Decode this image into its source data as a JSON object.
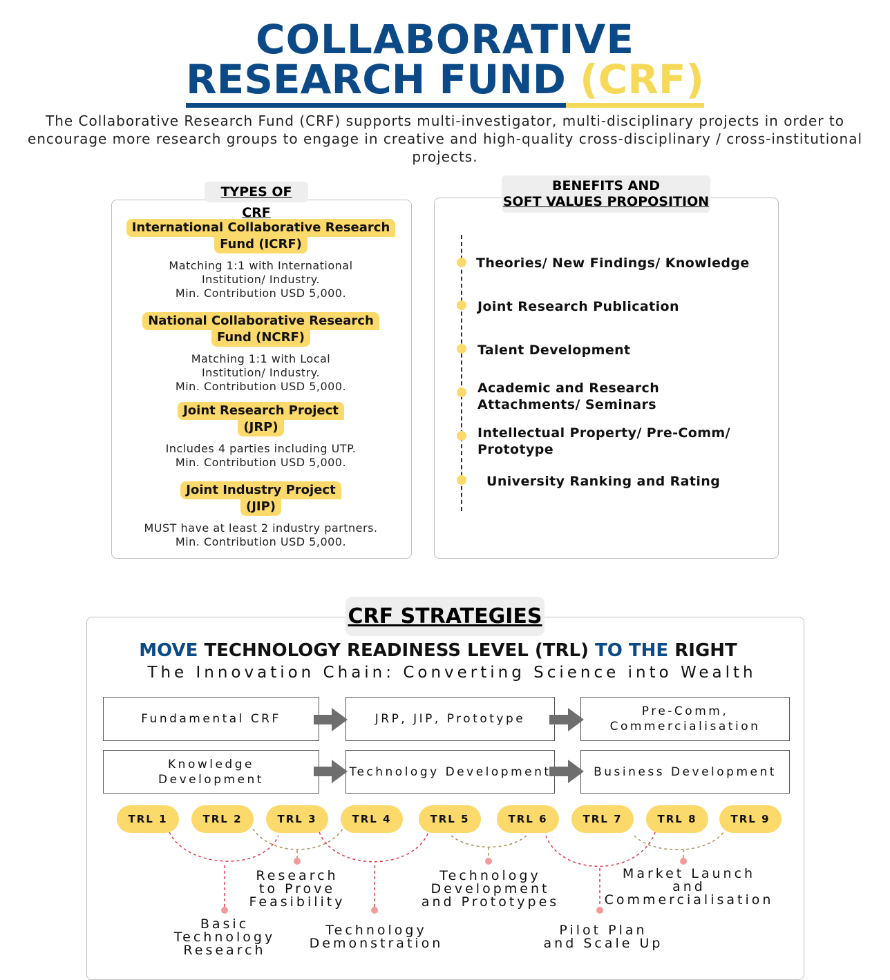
{
  "header": {
    "title_line1": "COLLABORATIVE",
    "title_line2_main": "RESEARCH FUND",
    "title_line2_accent": "(CRF)",
    "intro": "The Collaborative Research Fund (CRF) supports multi-investigator, multi-disciplinary projects in order to encourage more research groups to engage in creative and high-quality cross-disciplinary / cross-institutional projects."
  },
  "types": {
    "heading": "TYPES OF CRF",
    "items": [
      {
        "name_line1": "International Collaborative Research",
        "name_line2": "Fund (ICRF)",
        "desc": [
          "Matching 1:1 with International",
          "Institution/ Industry.",
          "Min. Contribution USD 5,000."
        ]
      },
      {
        "name_line1": "National Collaborative Research",
        "name_line2": "Fund (NCRF)",
        "desc": [
          "Matching 1:1 with Local",
          "Institution/ Industry.",
          "Min. Contribution USD 5,000."
        ]
      },
      {
        "name_line1": "Joint Research Project",
        "name_line2": "(JRP)",
        "desc": [
          "Includes 4 parties including UTP.",
          "Min. Contribution USD 5,000."
        ]
      },
      {
        "name_line1": "Joint Industry Project",
        "name_line2": "(JIP)",
        "desc": [
          "MUST have at least 2 industry partners.",
          "Min. Contribution USD 5,000."
        ]
      }
    ]
  },
  "benefits": {
    "heading_line1": "BENEFITS AND",
    "heading_line2": "SOFT VALUES PROPOSITION",
    "items": [
      [
        "Theories/ New Findings/ Knowledge"
      ],
      [
        "Joint Research Publication"
      ],
      [
        "Talent Development"
      ],
      [
        "Academic and Research",
        "Attachments/ Seminars"
      ],
      [
        "Intellectual Property/ Pre-Comm/",
        "Prototype"
      ],
      [
        "University Ranking and Rating"
      ]
    ]
  },
  "strategies": {
    "heading": "CRF STRATEGIES",
    "headline": {
      "p1": "MOVE",
      "p2": "TECHNOLOGY READINESS LEVEL (TRL)",
      "p3": "TO THE",
      "p4": "RIGHT"
    },
    "subtitle": "The Innovation Chain: Converting Science into Wealth",
    "row1": [
      [
        "Fundamental CRF"
      ],
      [
        "JRP, JIP, Prototype"
      ],
      [
        "Pre-Comm,",
        "Commercialisation"
      ]
    ],
    "row2": [
      [
        "Knowledge",
        "Development"
      ],
      [
        "Technology Development"
      ],
      [
        "Business Development"
      ]
    ],
    "trl": [
      "TRL 1",
      "TRL 2",
      "TRL 3",
      "TRL 4",
      "TRL 5",
      "TRL 6",
      "TRL 7",
      "TRL 8",
      "TRL 9"
    ],
    "stages": [
      [
        "Basic",
        "Technology",
        "Research"
      ],
      [
        "Research",
        "to Prove",
        "Feasibility"
      ],
      [
        "Technology",
        "Demonstration"
      ],
      [
        "Technology",
        "Development",
        "and Prototypes"
      ],
      [
        "Pilot Plan",
        "and Scale Up"
      ],
      [
        "Market Launch",
        "and",
        "Commercialisation"
      ]
    ]
  },
  "colors": {
    "navy": "#0b4a86",
    "yellow": "#fbd96b",
    "red_dash": "#e0364a",
    "brown_dash": "#b08a55",
    "arrow": "#6e6e6e"
  }
}
